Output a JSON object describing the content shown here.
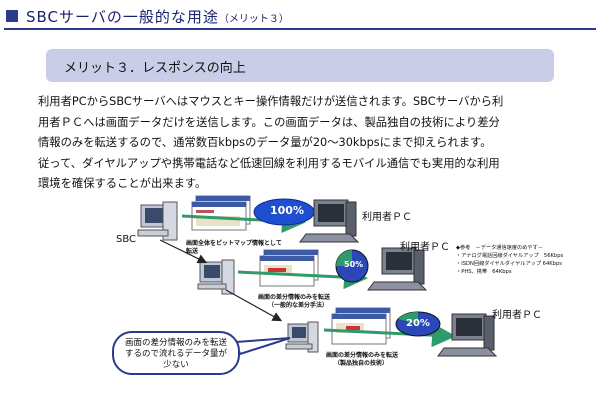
{
  "header": {
    "title": "SBCサーバの一般的な用途",
    "subtitle": "（メリット３）"
  },
  "section": {
    "heading": "メリット３．レスポンスの向上"
  },
  "body": {
    "lines": [
      "利用者PCからSBCサーバへはマウスとキー操作情報だけが送信されます。SBCサーバから利",
      "用者ＰＣへは画面データだけを送信します。この画面データは、製品独自の技術により差分",
      "情報のみを転送するので、通常数百kbpsのデータ量が20～30kbpsにまで抑えられます。",
      "従って、ダイヤルアップや携帯電話など低速回線を利用するモバイル通信でも実用的な利用",
      "環境を確保することが出来ます。"
    ]
  },
  "diagram": {
    "sbc_label": "SBC",
    "user_pc_label_1": "利用者ＰＣ",
    "user_pc_label_2": "利用者ＰＣ",
    "user_pc_label_3": "利用者ＰＣ",
    "transfer_1": {
      "line1": "画面全体をビットマップ情報として",
      "line2": "転送",
      "percent": "100%"
    },
    "transfer_2": {
      "line1": "画面の差分情報のみを転送",
      "line2": "（一般的な差分手法）",
      "percent": "50%"
    },
    "transfer_3": {
      "line1": "画面の差分情報のみを転送",
      "line2": "（製品独自の技術）",
      "percent": "20%"
    },
    "legend": {
      "title": "◆参考　－データ通信速度のめやす－",
      "rows": [
        "・アナログ電話回線ダイヤルアップ　56Kbps",
        "・ISDN回線ダイヤルダイヤルアップ 64Kbps",
        "・PHS、携帯　64Kbps"
      ]
    },
    "callout": {
      "line1": "画面の差分情報のみを転送",
      "line2": "するので流れるデータ量が",
      "line3": "少ない"
    },
    "colors": {
      "accent": "#2a3a8c",
      "bubble": "#1f4fd0",
      "arrow": "#2f9a6a",
      "pie_main": "#2a48b8"
    }
  }
}
